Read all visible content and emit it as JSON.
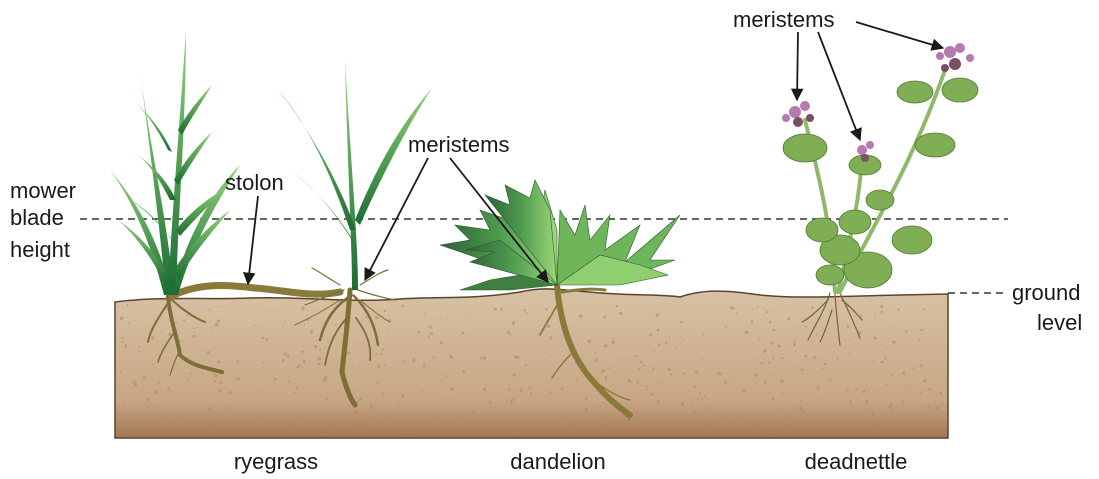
{
  "labels": {
    "mower_blade_height": [
      "mower",
      "blade",
      "height"
    ],
    "stolon": "stolon",
    "meristems_center": "meristems",
    "meristems_right": "meristems",
    "ground_level": [
      "ground",
      "level"
    ]
  },
  "plants": {
    "ryegrass": "ryegrass",
    "dandelion": "dandelion",
    "deadnettle": "deadnettle"
  },
  "colors": {
    "soil_top": "#d6bea0",
    "soil_bottom": "#a87c5a",
    "grass_dark": "#1f7a3a",
    "grass_light": "#7cc56a",
    "root": "#8a7a3a",
    "dandelion_dark": "#2f6e3a",
    "dandelion_light": "#8fcf70",
    "nettle_leaf": "#7fae55",
    "nettle_flower": "#b878b0"
  }
}
